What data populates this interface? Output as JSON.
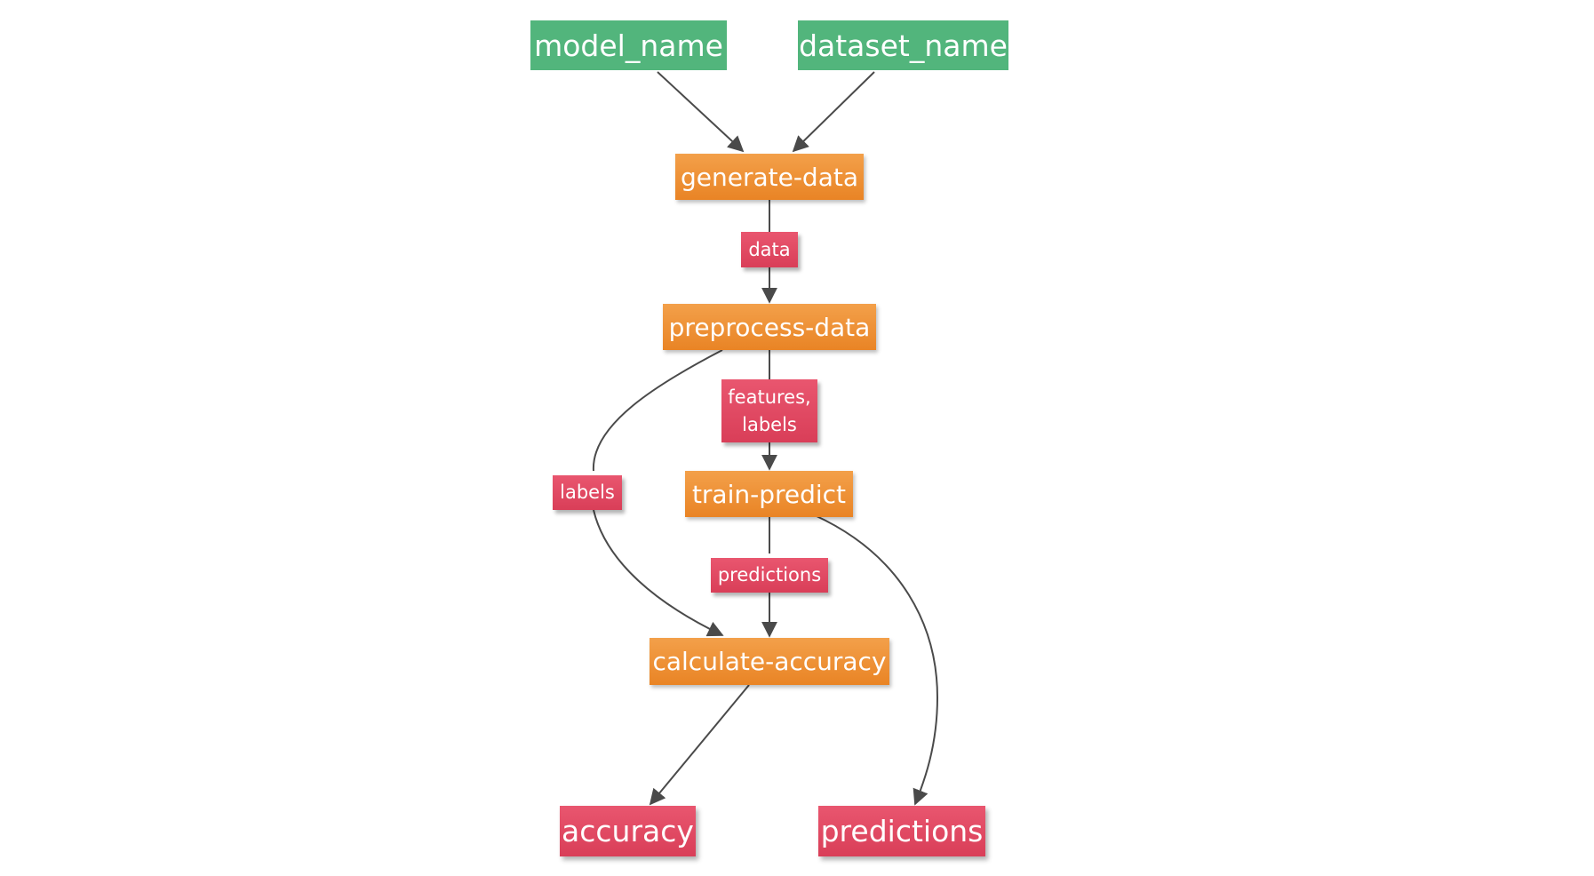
{
  "inputs": {
    "model_name": "model_name",
    "dataset_name": "dataset_name"
  },
  "steps": {
    "generate_data": "generate-data",
    "preprocess_data": "preprocess-data",
    "train_predict": "train-predict",
    "calculate_accuracy": "calculate-accuracy"
  },
  "edge_labels": {
    "data": "data",
    "features_labels_line1": "features,",
    "features_labels_line2": "labels",
    "labels": "labels",
    "predictions": "predictions"
  },
  "outputs": {
    "accuracy": "accuracy",
    "predictions": "predictions"
  },
  "colors": {
    "input": "#52b57c",
    "step": "#ed8f33",
    "artifact": "#e04a63",
    "edge": "#4a4a4a"
  }
}
